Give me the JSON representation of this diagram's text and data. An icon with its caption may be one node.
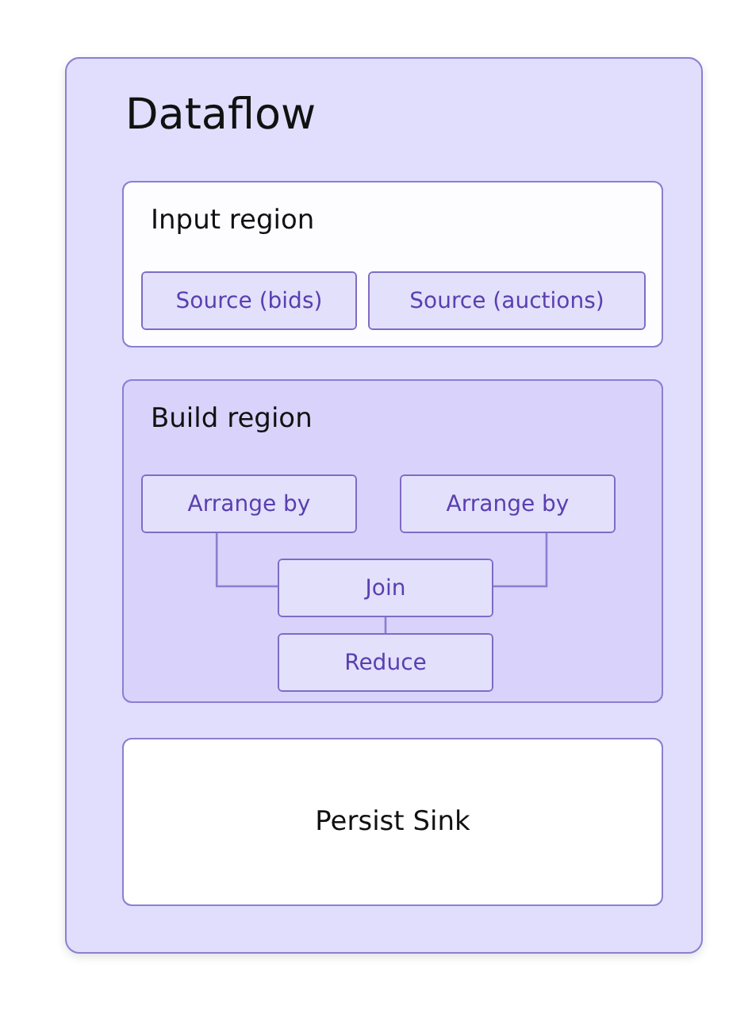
{
  "diagram": {
    "nodes": [
      {
        "text": [
          "Dataflow"
        ]
      },
      {
        "text": [
          "Input region"
        ],
        "in": 0
      },
      {
        "text": [
          "Source (bids)"
        ],
        "in": 1
      },
      {
        "text": [
          "Source (auctions)"
        ],
        "in": 1
      },
      {
        "text": [
          "Build region"
        ],
        "in": 0
      },
      {
        "text": [
          "Arrange by"
        ],
        "in": 4
      },
      {
        "text": [
          "Arrange by"
        ],
        "in": 4
      },
      {
        "text": [
          "Join"
        ],
        "in": 4
      },
      {
        "text": [
          "Reduce"
        ],
        "in": 4
      },
      {
        "text": [
          "Persist Sink"
        ],
        "in": 0
      }
    ],
    "edges": [
      {
        "from": 5,
        "to": 7,
        "arrow": "none"
      },
      {
        "from": 6,
        "to": 7,
        "arrow": "none"
      },
      {
        "from": 7,
        "to": 8,
        "arrow": "none"
      }
    ]
  }
}
